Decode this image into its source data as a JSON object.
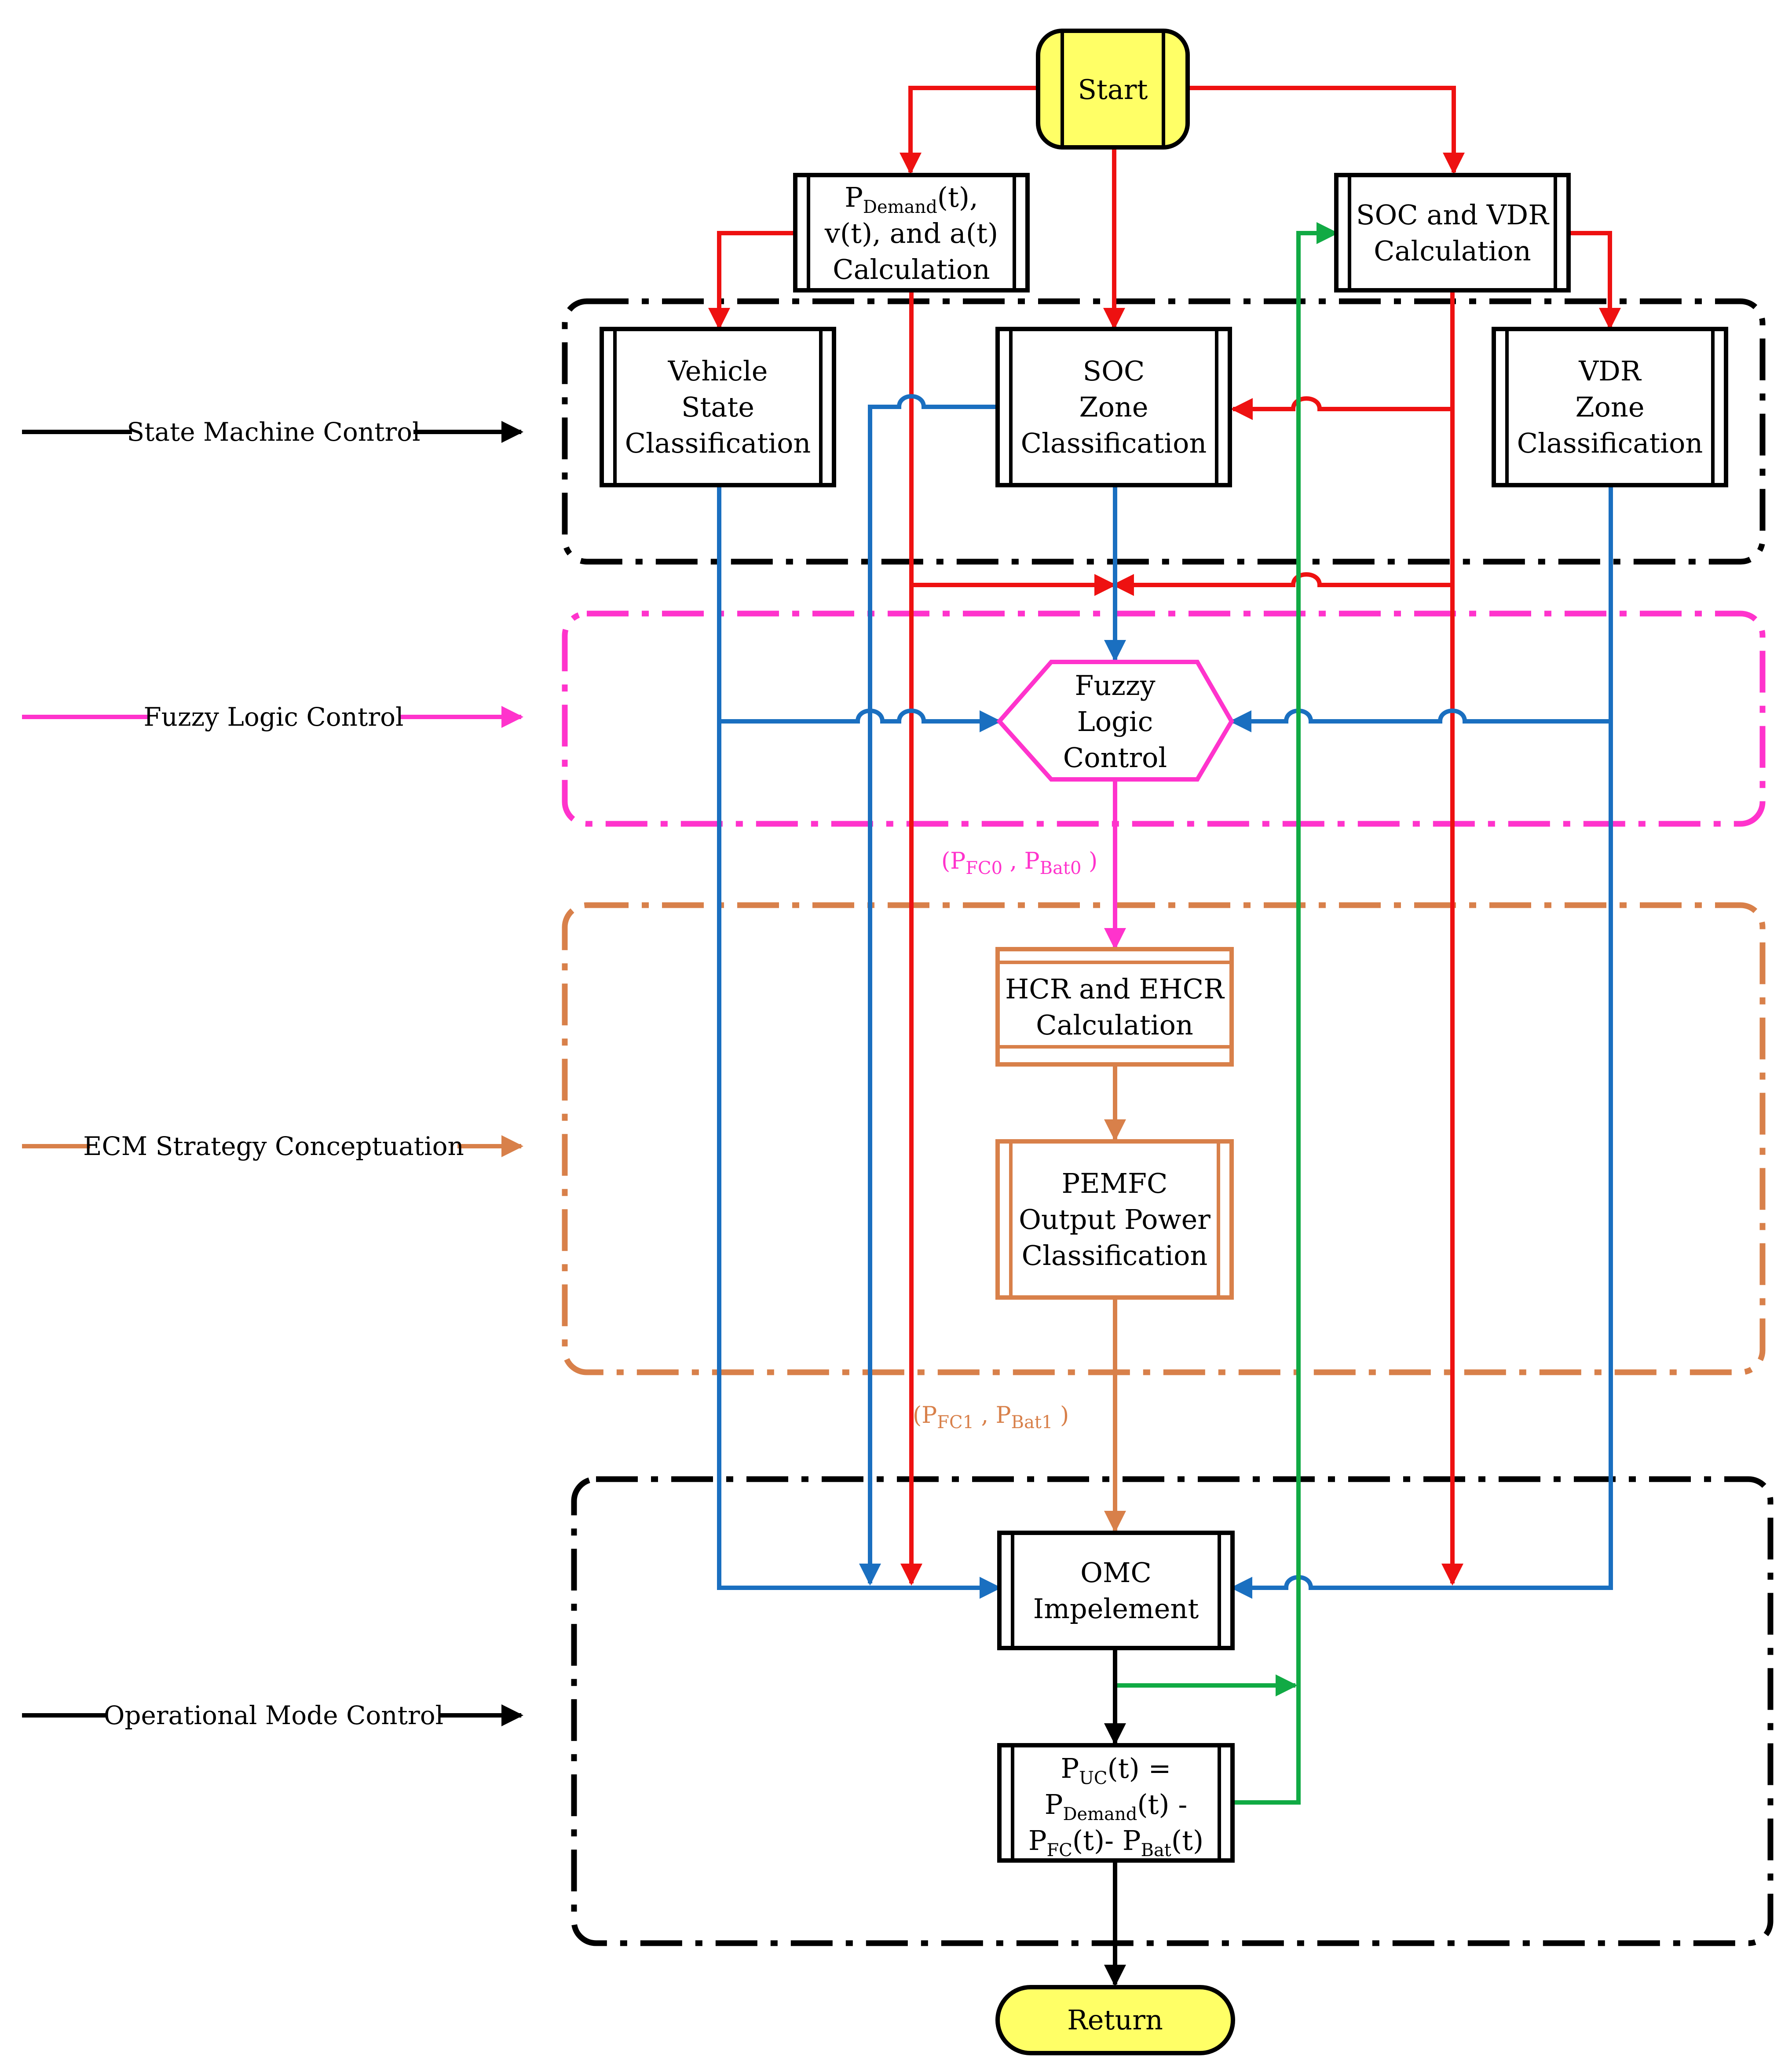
{
  "nodes": {
    "start": "Start",
    "demand": {
      "p": "P",
      "p_sub": "Demand",
      "p_rest": "(t),",
      "line2": "v(t), and a(t)",
      "line3": "Calculation"
    },
    "soc_vdr_calc": {
      "line1": "SOC and VDR",
      "line2": "Calculation"
    },
    "vehicle_state": {
      "line1": "Vehicle",
      "line2": "State",
      "line3": "Classification"
    },
    "soc_zone": {
      "line1": "SOC",
      "line2": "Zone",
      "line3": "Classification"
    },
    "vdr_zone": {
      "line1": "VDR",
      "line2": "Zone",
      "line3": "Classification"
    },
    "fuzzy": {
      "line1": "Fuzzy",
      "line2": "Logic",
      "line3": "Control"
    },
    "hcr": {
      "line1": "HCR and EHCR",
      "line2": "Calculation"
    },
    "pemfc": {
      "line1": "PEMFC",
      "line2": "Output Power",
      "line3": "Classification"
    },
    "omc": {
      "line1": "OMC",
      "line2": "Impelement"
    },
    "puc": {
      "l1_p": "P",
      "l1_sub": "UC",
      "l1_rest": "(t) =",
      "l2_p": "P",
      "l2_sub": "Demand",
      "l2_rest": "(t) -",
      "l3_p1": "P",
      "l3_sub1": "FC",
      "l3_mid": "(t)- P",
      "l3_sub2": "Bat",
      "l3_rest": "(t)"
    },
    "return": "Return"
  },
  "pairs": {
    "fuzzy_out": {
      "open": "(P",
      "sub1": "FC0",
      "mid": " , P",
      "sub2": "Bat0",
      "close": " )"
    },
    "ecm_out": {
      "open": "(P",
      "sub1": "FC1",
      "mid": " , P",
      "sub2": "Bat1",
      "close": " )"
    }
  },
  "groups": {
    "state_machine": "State Machine Control",
    "fuzzy_logic": "Fuzzy Logic Control",
    "ecm": "ECM Strategy Conceptuation",
    "operational_mode": "Operational Mode Control"
  },
  "colors": {
    "red": "#EE1111",
    "blue": "#1A6FC0",
    "green": "#11AA44",
    "magenta": "#FF33CC",
    "orange": "#D8804A",
    "black": "#000000",
    "terminal_fill": "#FFFF66"
  }
}
